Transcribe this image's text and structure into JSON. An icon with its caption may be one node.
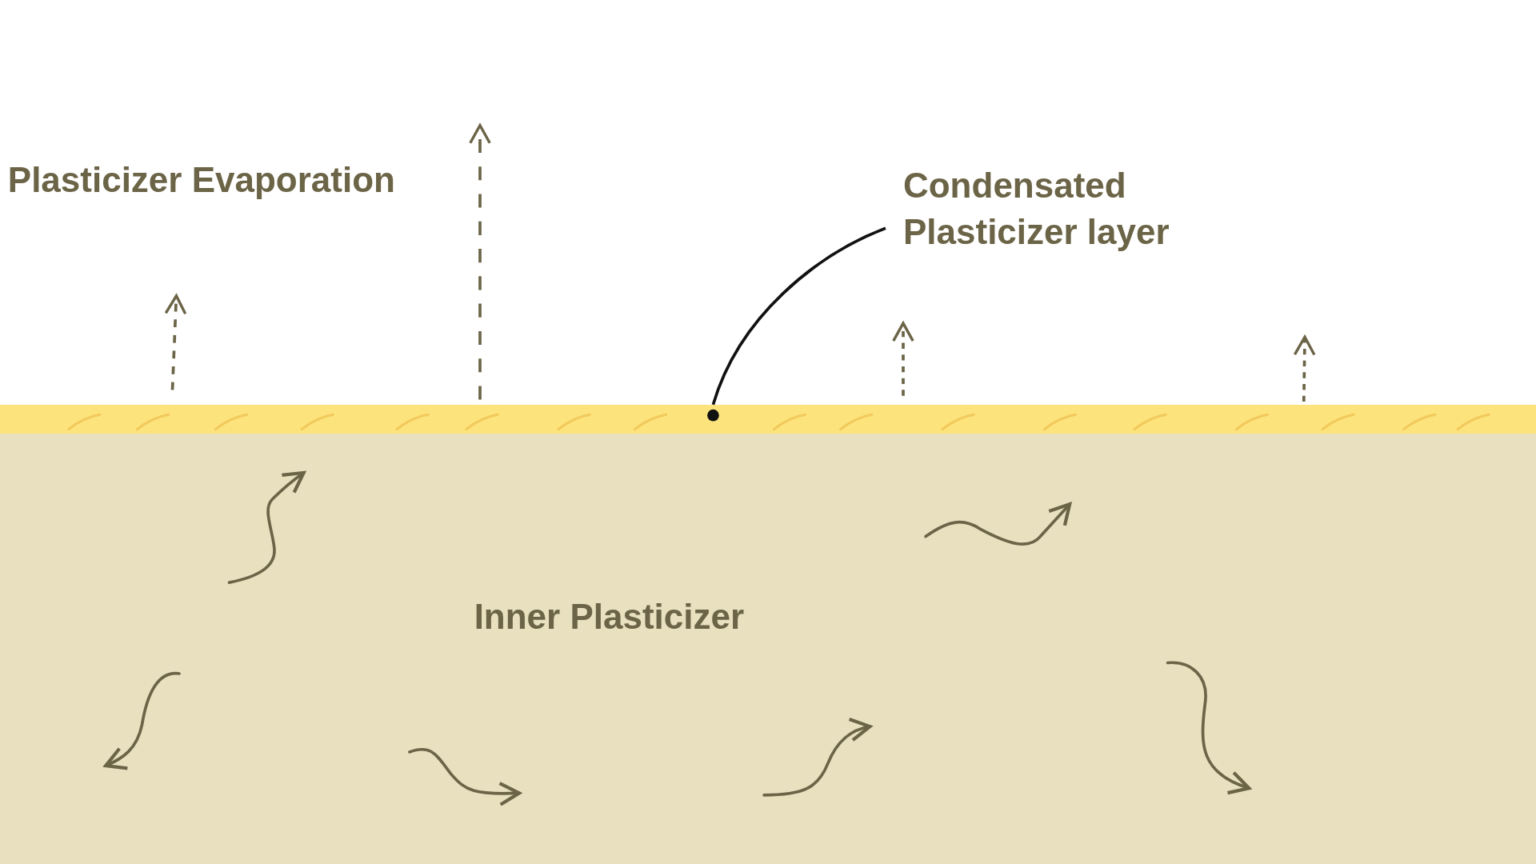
{
  "diagram": {
    "nodes": [
      {
        "text": [
          "Condensated Plasticizer layer"
        ]
      },
      {
        "text": [],
        "shape": "bar"
      },
      {
        "text": [
          "Inner Plasticizer"
        ]
      }
    ],
    "edges": [
      {
        "from": 0,
        "to": 1,
        "arrow": "other"
      }
    ],
    "labels": [
      "Plasticizer Evaporation"
    ]
  }
}
